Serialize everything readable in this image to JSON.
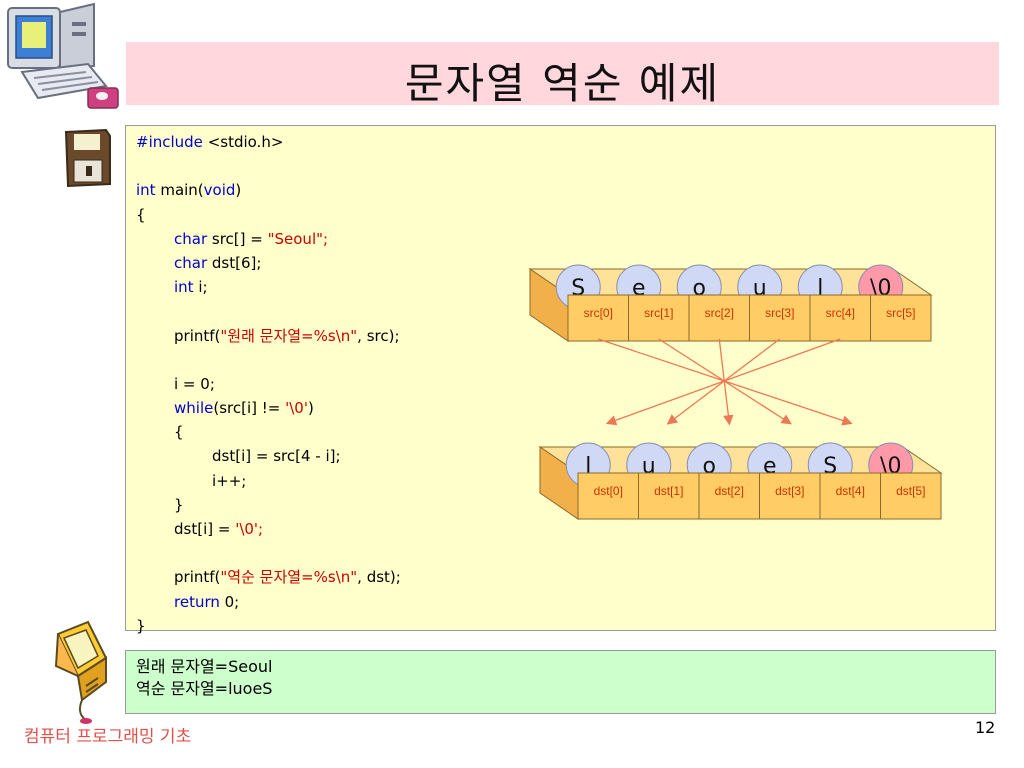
{
  "slide": {
    "title": "문자열 역순 예제",
    "page_number": "12",
    "footer": "컴퓨터 프로그래밍 기초"
  },
  "code": {
    "lines": [
      [
        {
          "t": "#include ",
          "c": "kw"
        },
        {
          "t": "<stdio.h>",
          "c": ""
        }
      ],
      [],
      [
        {
          "t": "int",
          "c": "kw"
        },
        {
          "t": " main(",
          "c": ""
        },
        {
          "t": "void",
          "c": "kw"
        },
        {
          "t": ")",
          "c": ""
        }
      ],
      [
        {
          "t": "{",
          "c": ""
        }
      ],
      [
        {
          "t": "\t",
          "c": ""
        },
        {
          "t": "char",
          "c": "kw"
        },
        {
          "t": " src[] = ",
          "c": ""
        },
        {
          "t": "\"Seoul\";",
          "c": "str"
        }
      ],
      [
        {
          "t": "\t",
          "c": ""
        },
        {
          "t": "char",
          "c": "kw"
        },
        {
          "t": " dst[6];",
          "c": ""
        }
      ],
      [
        {
          "t": "\t",
          "c": ""
        },
        {
          "t": "int",
          "c": "kw"
        },
        {
          "t": " i;",
          "c": ""
        }
      ],
      [],
      [
        {
          "t": "\tprintf(",
          "c": ""
        },
        {
          "t": "\"원래 문자열=%s\\n\"",
          "c": "str"
        },
        {
          "t": ", src);",
          "c": ""
        }
      ],
      [],
      [
        {
          "t": "\ti = 0;",
          "c": ""
        }
      ],
      [
        {
          "t": "\t",
          "c": ""
        },
        {
          "t": "while",
          "c": "kw"
        },
        {
          "t": "(src[i] != ",
          "c": ""
        },
        {
          "t": "'\\0'",
          "c": "str"
        },
        {
          "t": ")",
          "c": ""
        }
      ],
      [
        {
          "t": "\t{",
          "c": ""
        }
      ],
      [
        {
          "t": "\t\tdst[i] = src[4 - i];",
          "c": ""
        }
      ],
      [
        {
          "t": "\t\ti++;",
          "c": ""
        }
      ],
      [
        {
          "t": "\t}",
          "c": ""
        }
      ],
      [
        {
          "t": "\tdst[i] = ",
          "c": ""
        },
        {
          "t": "'\\0';",
          "c": "str"
        }
      ],
      [],
      [
        {
          "t": "\tprintf(",
          "c": ""
        },
        {
          "t": "\"역순 문자열=%s\\n\"",
          "c": "str"
        },
        {
          "t": ", dst);",
          "c": ""
        }
      ],
      [
        {
          "t": "\t",
          "c": ""
        },
        {
          "t": "return",
          "c": "kw"
        },
        {
          "t": " 0;",
          "c": ""
        }
      ],
      [
        {
          "t": "}",
          "c": ""
        }
      ]
    ]
  },
  "output": {
    "line1": "원래 문자열=Seoul",
    "line2": "역순 문자열=luoeS"
  },
  "diagram": {
    "src_chars": [
      "S",
      "e",
      "o",
      "u",
      "l",
      "\\0"
    ],
    "src_labels": [
      "src[0]",
      "src[1]",
      "src[2]",
      "src[3]",
      "src[4]",
      "src[5]"
    ],
    "dst_chars": [
      "l",
      "u",
      "o",
      "e",
      "S",
      "\\0"
    ],
    "dst_labels": [
      "dst[0]",
      "dst[1]",
      "dst[2]",
      "dst[3]",
      "dst[4]",
      "dst[5]"
    ],
    "mapping": [
      [
        0,
        4
      ],
      [
        1,
        3
      ],
      [
        2,
        2
      ],
      [
        3,
        1
      ],
      [
        4,
        0
      ]
    ],
    "colors": {
      "box_front": "#ffcc66",
      "box_top": "#ffe299",
      "box_side": "#f2b04a",
      "ball": "#cfd9f5",
      "ball_null": "#ff99aa",
      "label": "#cc3300",
      "arrow": "#ee7755"
    }
  },
  "icons": {
    "computer": "computer-icon",
    "floppy": "floppy-disk-icon",
    "monitor": "monitor-icon"
  }
}
